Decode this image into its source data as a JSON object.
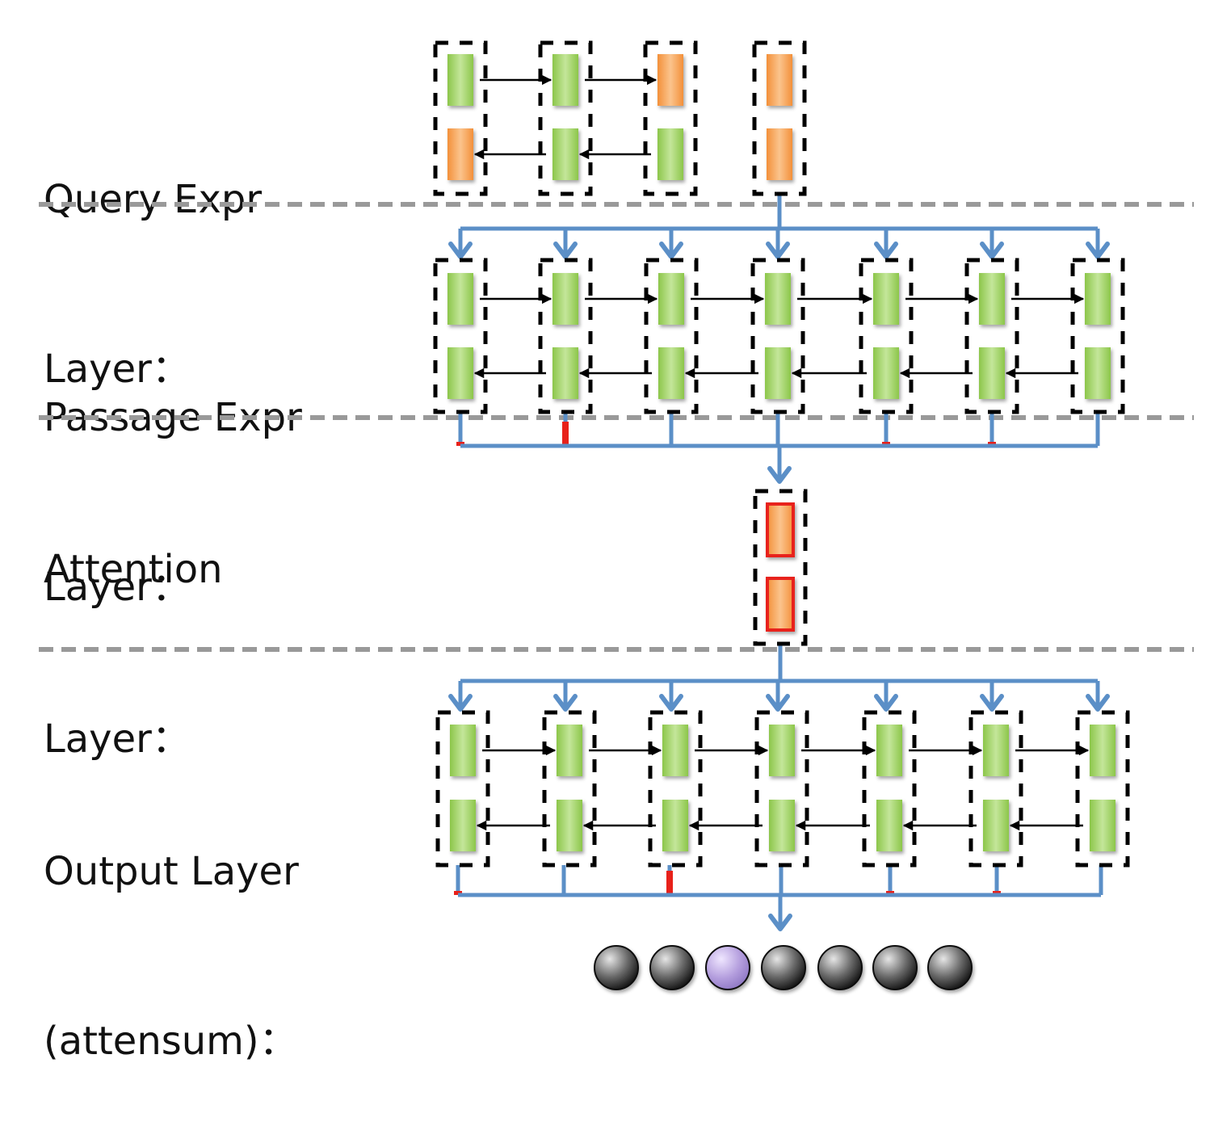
{
  "labels": {
    "query": [
      "Query Expr",
      "Layer："
    ],
    "passage": [
      "Passage Expr",
      "Layer："
    ],
    "attention": [
      "Attention",
      "Layer："
    ],
    "output": [
      "Output Layer",
      "(attensum)："
    ]
  },
  "query_cells": {
    "columns": 4,
    "top_row": [
      "green",
      "green",
      "orange",
      "orange"
    ],
    "bottom_row": [
      "orange",
      "green",
      "green",
      "orange"
    ],
    "forward_links": 2,
    "backward_links": 2
  },
  "passage_cells": {
    "columns": 7,
    "top_row": "green",
    "bottom_row": "green"
  },
  "attention_cells": {
    "top": "orange",
    "bottom": "orange"
  },
  "output_cells": {
    "columns": 7,
    "top_row": "green",
    "bottom_row": "green"
  },
  "attention_weights_passage": [
    "small",
    "large",
    "none",
    "none",
    "small",
    "small",
    "none"
  ],
  "attention_weights_output": [
    "small",
    "none",
    "large",
    "none",
    "small",
    "small",
    "none"
  ],
  "output_nodes": [
    "black",
    "black",
    "purple",
    "black",
    "black",
    "black",
    "black"
  ],
  "colors": {
    "green": "#9fd25c",
    "orange": "#f7a24f",
    "connector": "#5b8fc7",
    "attention_mark": "#e8211a",
    "separator": "#999999",
    "purple_node": "#a58fd3",
    "black_node": "#333333"
  }
}
